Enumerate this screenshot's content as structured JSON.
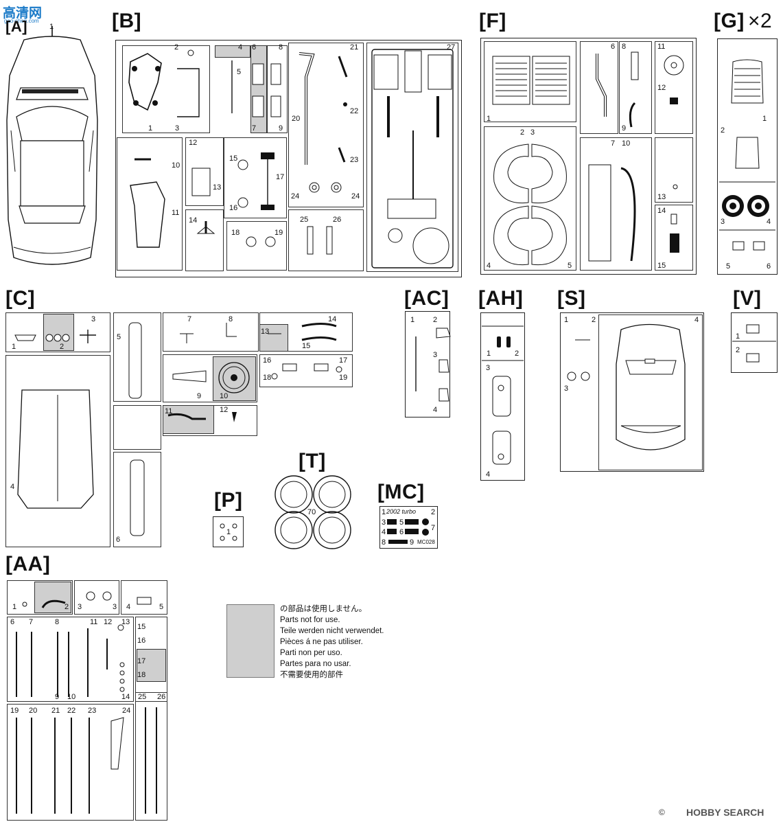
{
  "watermark_top": {
    "line1": "高清网",
    "line2": "gao-shen.com"
  },
  "watermark_bottom": {
    "copyright": "©",
    "brand": "HOBBY SEARCH"
  },
  "sprue_labels": {
    "A": "[A]",
    "B": "[B]",
    "F": "[F]",
    "G": "[G]",
    "G_mult": "×2",
    "C": "[C]",
    "AC": "[AC]",
    "AH": "[AH]",
    "S": "[S]",
    "V": "[V]",
    "T": "[T]",
    "P": "[P]",
    "MC": "[MC]",
    "AA": "[AA]"
  },
  "part_numbers": {
    "A": [
      "1"
    ],
    "B": [
      "2",
      "4",
      "6",
      "8",
      "21",
      "27",
      "5",
      "20",
      "22",
      "1",
      "3",
      "7",
      "9",
      "23",
      "12",
      "15",
      "17",
      "10",
      "13",
      "16",
      "24",
      "24",
      "11",
      "14",
      "25",
      "26",
      "18",
      "19"
    ],
    "F": [
      "6",
      "8",
      "11",
      "12",
      "1",
      "9",
      "2",
      "3",
      "7",
      "10",
      "13",
      "14",
      "4",
      "5",
      "15"
    ],
    "G": [
      "1",
      "2",
      "3",
      "4",
      "5",
      "6"
    ],
    "C": [
      "3",
      "7",
      "8",
      "14",
      "13",
      "15",
      "1",
      "2",
      "5",
      "16",
      "17",
      "18",
      "19",
      "9",
      "10",
      "11",
      "12",
      "4",
      "6"
    ],
    "AC": [
      "1",
      "2",
      "3",
      "4"
    ],
    "AH": [
      "1",
      "2",
      "3",
      "4"
    ],
    "S": [
      "1",
      "2",
      "4",
      "3"
    ],
    "V": [
      "1",
      "2"
    ],
    "T": [
      "70"
    ],
    "P": [
      "1"
    ],
    "MC": [
      "1",
      "2",
      "3",
      "4",
      "5",
      "6",
      "7",
      "8",
      "9"
    ],
    "AA": [
      "1",
      "2",
      "3",
      "3",
      "4",
      "5",
      "6",
      "7",
      "8",
      "9",
      "10",
      "11",
      "12",
      "13",
      "14",
      "15",
      "16",
      "17",
      "18",
      "19",
      "20",
      "21",
      "22",
      "23",
      "24",
      "25",
      "26"
    ]
  },
  "mc_decal": {
    "logo": "2002 turbo",
    "code": "MC028"
  },
  "legend": {
    "jp": "の部品は使用しません。",
    "en": "Parts not for use.",
    "de": "Teile werden nicht verwendet.",
    "fr": "Pièces á ne pas utiliser.",
    "it": "Parti non per uso.",
    "es": "Partes para no usar.",
    "zh": "不需要使用的部件"
  }
}
